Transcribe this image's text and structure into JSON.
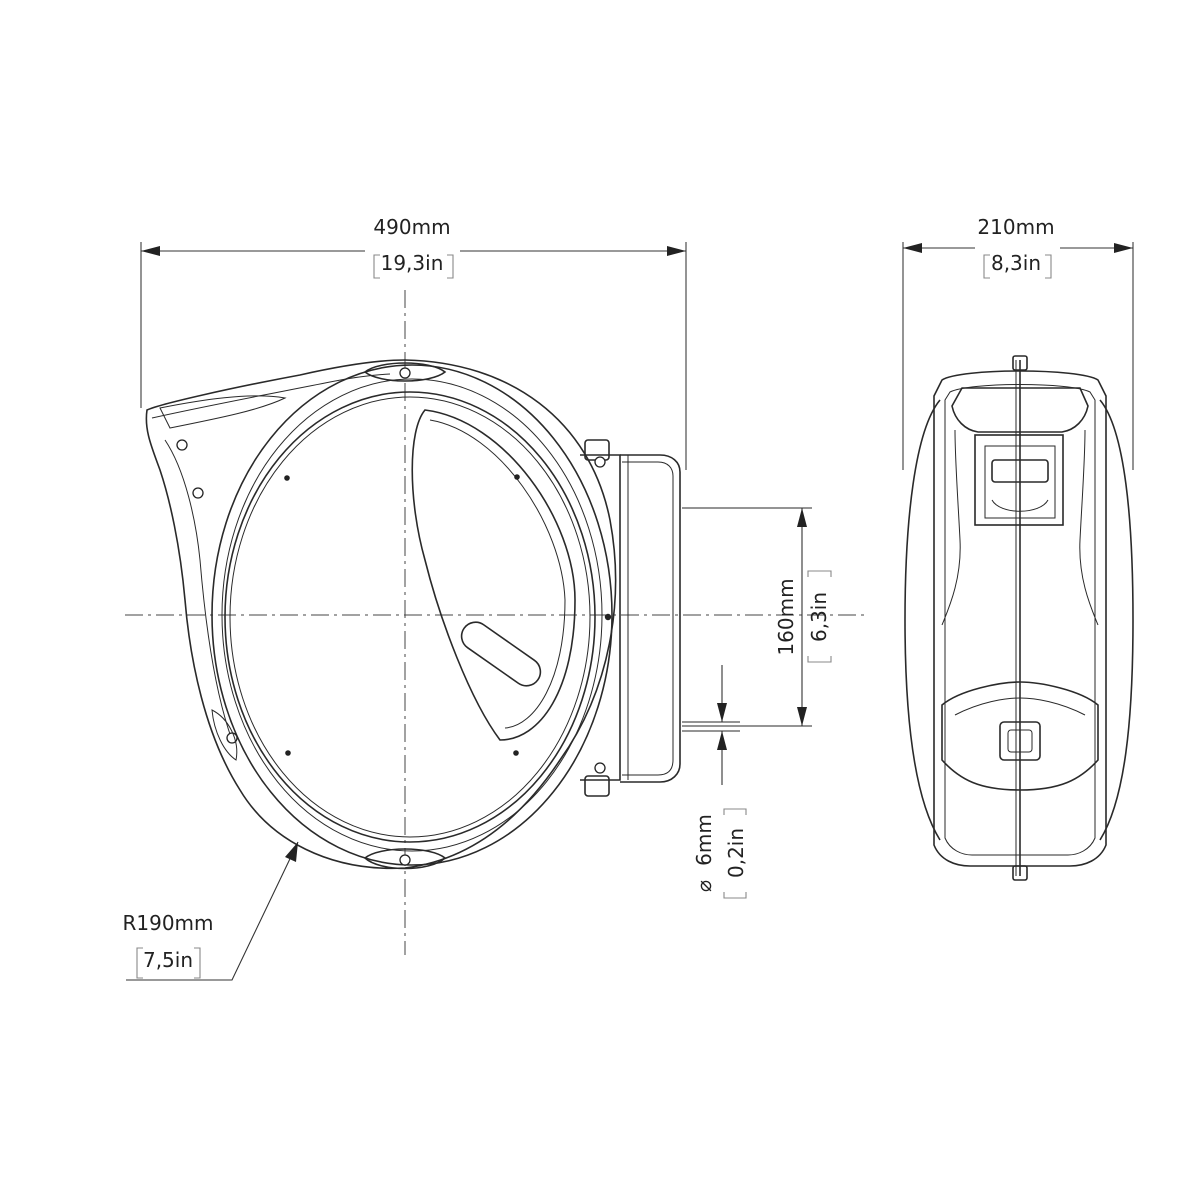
{
  "side_view": {
    "width_dim": {
      "mm": "490mm",
      "in": "19,3in"
    },
    "bracket_dim": {
      "mm": "160mm",
      "in": "6,3in"
    },
    "hole_dim": {
      "symbol": "⌀",
      "mm": "6mm",
      "in": "0,2in"
    },
    "radius_dim": {
      "mm": "R190mm",
      "in": "7,5in"
    }
  },
  "front_view": {
    "depth_dim": {
      "mm": "210mm",
      "in": "8,3in"
    }
  }
}
